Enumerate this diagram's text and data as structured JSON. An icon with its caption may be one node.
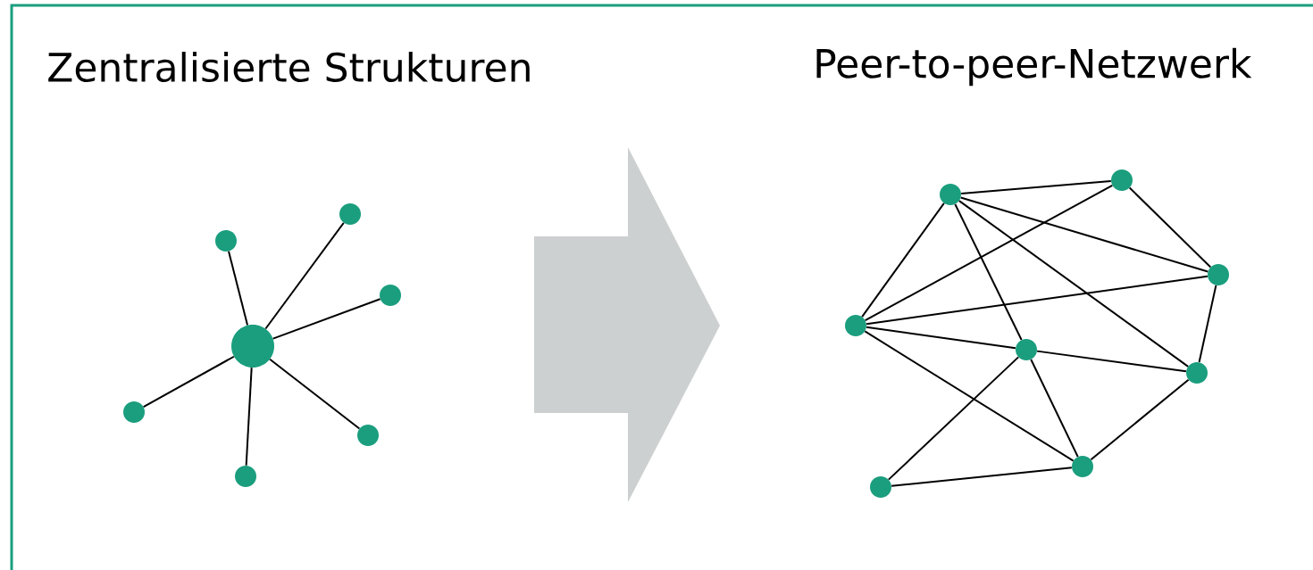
{
  "diagram": {
    "nodes": [
      {
        "text": [],
        "shape": "circle"
      },
      {
        "text": [],
        "shape": "circle"
      },
      {
        "text": [],
        "shape": "circle"
      },
      {
        "text": [],
        "shape": "circle"
      },
      {
        "text": [],
        "shape": "circle"
      },
      {
        "text": [],
        "shape": "circle"
      },
      {
        "text": [],
        "shape": "circle"
      },
      {
        "text": [],
        "shape": "circle"
      },
      {
        "text": [],
        "shape": "circle"
      },
      {
        "text": [],
        "shape": "circle"
      },
      {
        "text": [],
        "shape": "circle"
      },
      {
        "text": [],
        "shape": "circle"
      },
      {
        "text": [],
        "shape": "circle"
      },
      {
        "text": [],
        "shape": "circle"
      },
      {
        "text": [],
        "shape": "circle"
      }
    ],
    "edges": [
      {
        "from": 0,
        "to": 1,
        "arrow": "none"
      },
      {
        "from": 0,
        "to": 2,
        "arrow": "none"
      },
      {
        "from": 0,
        "to": 3,
        "arrow": "none"
      },
      {
        "from": 0,
        "to": 4,
        "arrow": "none"
      },
      {
        "from": 0,
        "to": 5,
        "arrow": "none"
      },
      {
        "from": 0,
        "to": 6,
        "arrow": "none"
      },
      {
        "from": 7,
        "to": 8,
        "arrow": "none"
      },
      {
        "from": 7,
        "to": 10,
        "arrow": "none"
      },
      {
        "from": 7,
        "to": 11,
        "arrow": "none"
      },
      {
        "from": 7,
        "to": 9,
        "arrow": "none"
      },
      {
        "from": 7,
        "to": 12,
        "arrow": "none"
      },
      {
        "from": 8,
        "to": 10,
        "arrow": "none"
      },
      {
        "from": 8,
        "to": 9,
        "arrow": "none"
      },
      {
        "from": 10,
        "to": 9,
        "arrow": "none"
      },
      {
        "from": 10,
        "to": 11,
        "arrow": "none"
      },
      {
        "from": 10,
        "to": 13,
        "arrow": "none"
      },
      {
        "from": 11,
        "to": 12,
        "arrow": "none"
      },
      {
        "from": 11,
        "to": 13,
        "arrow": "none"
      },
      {
        "from": 11,
        "to": 14,
        "arrow": "none"
      },
      {
        "from": 9,
        "to": 12,
        "arrow": "none"
      },
      {
        "from": 12,
        "to": 13,
        "arrow": "none"
      },
      {
        "from": 14,
        "to": 13,
        "arrow": "none"
      }
    ],
    "labels": [
      "Zentralisierte Strukturen",
      "Peer-to-peer-Netzwerk"
    ]
  }
}
